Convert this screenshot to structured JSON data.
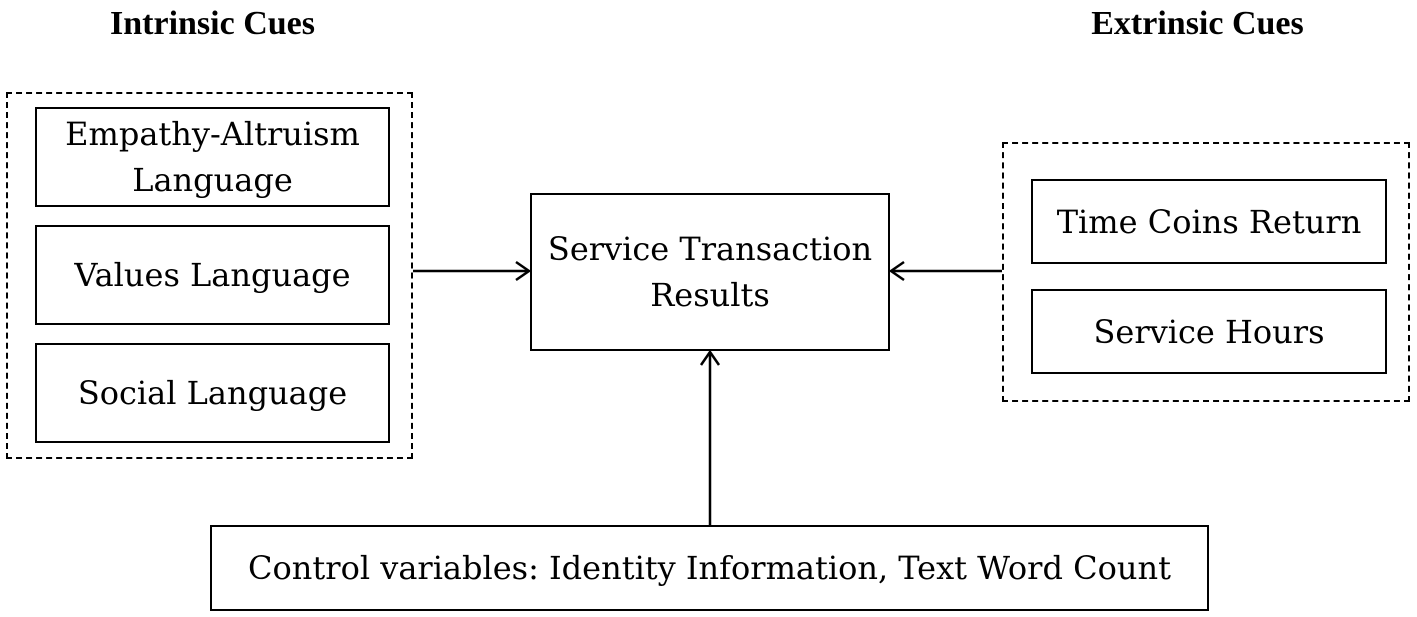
{
  "headings": {
    "intrinsic": "Intrinsic Cues",
    "extrinsic": "Extrinsic Cues"
  },
  "intrinsic_cues": [
    "Empathy-Altruism\nLanguage",
    "Values Language",
    "Social Language"
  ],
  "outcome": "Service Transaction\nResults",
  "extrinsic_cues": [
    "Time Coins Return",
    "Service Hours"
  ],
  "controls": "Control variables: Identity Information, Text Word Count",
  "colors": {
    "stroke": "#000000",
    "background": "#ffffff"
  }
}
